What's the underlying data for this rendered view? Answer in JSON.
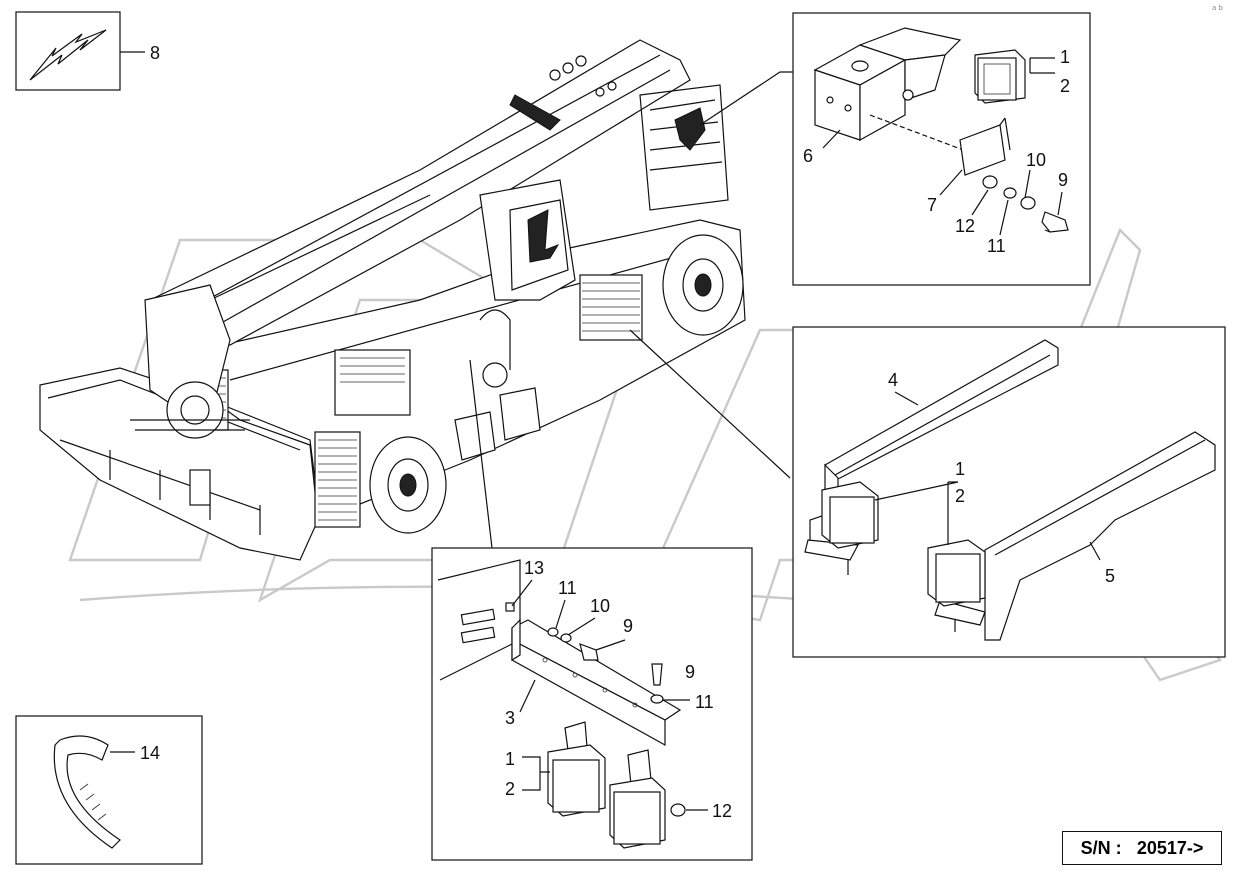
{
  "corner_mark": "a b",
  "serial": {
    "label": "S/N :",
    "value": "20517->"
  },
  "callouts": {
    "c8": "8",
    "c14": "14",
    "tr_1": "1",
    "tr_2": "2",
    "tr_6": "6",
    "tr_7": "7",
    "tr_9": "9",
    "tr_10": "10",
    "tr_11": "11",
    "tr_12": "12",
    "mr_1": "1",
    "mr_2": "2",
    "mr_4": "4",
    "mr_5": "5",
    "b_13": "13",
    "b_11a": "11",
    "b_10": "10",
    "b_9a": "9",
    "b_9b": "9",
    "b_11b": "11",
    "b_3": "3",
    "b_1": "1",
    "b_2": "2",
    "b_12": "12"
  },
  "icons": [
    "lightning-icon",
    "cable-tie-icon",
    "work-lamp-icon"
  ]
}
